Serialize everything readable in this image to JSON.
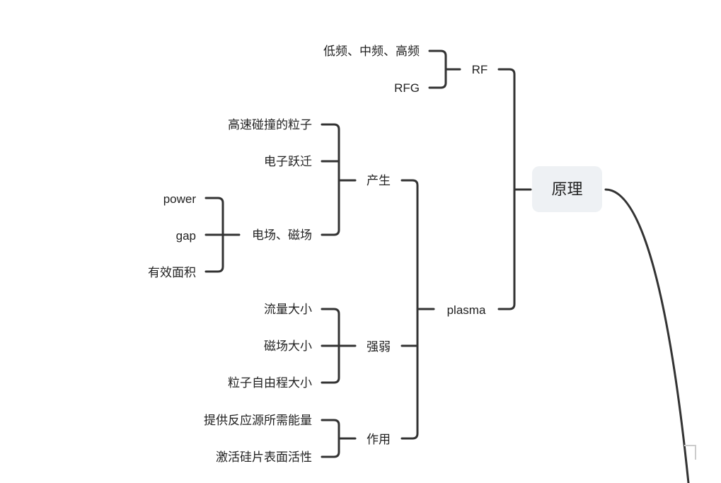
{
  "mindmap": {
    "root": "原理",
    "rf": {
      "label": "RF",
      "children": [
        "低频、中频、高频",
        "RFG"
      ]
    },
    "plasma": {
      "label": "plasma",
      "produce": {
        "label": "产生",
        "children": [
          "高速碰撞的粒子",
          "电子跃迁",
          "电场、磁场"
        ],
        "field_children": [
          "power",
          "gap",
          "有效面积"
        ]
      },
      "strength": {
        "label": "强弱",
        "children": [
          "流量大小",
          "磁场大小",
          "粒子自由程大小"
        ]
      },
      "function": {
        "label": "作用",
        "children": [
          "提供反应源所需能量",
          "激活硅片表面活性"
        ]
      }
    }
  }
}
